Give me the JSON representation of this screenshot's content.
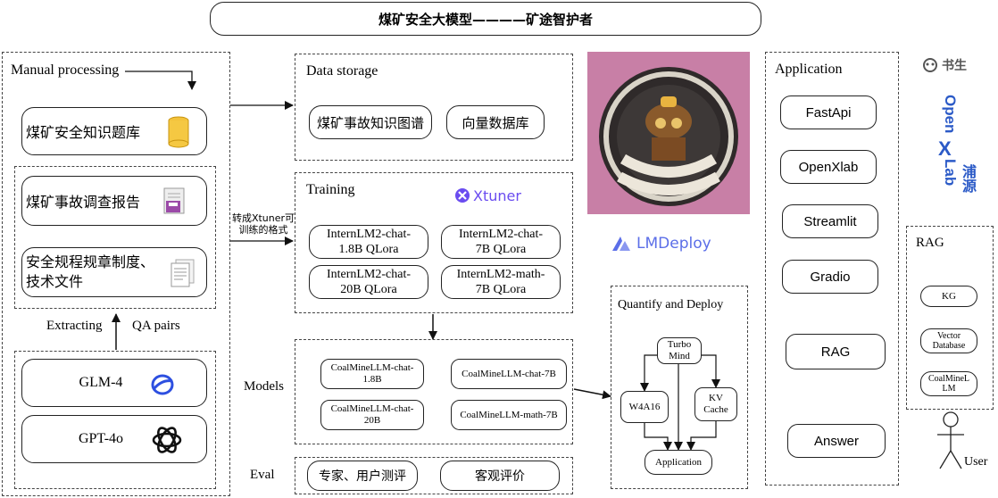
{
  "title": "煤矿安全大模型————矿途智护者",
  "manual": {
    "title": "Manual processing",
    "item1": "煤矿安全知识题库",
    "item2": "煤矿事故调查报告",
    "item3_line1": "安全规程规章制度、",
    "item3_line2": "技术文件",
    "extracting": "Extracting",
    "qa_pairs": "QA pairs",
    "glm": "GLM-4",
    "gpt": "GPT-4o"
  },
  "convert_label_line1": "转成Xtuner可",
  "convert_label_line2": "训练的格式",
  "data_storage": {
    "title": "Data storage",
    "items": [
      "煤矿事故知识图谱",
      "向量数据库"
    ]
  },
  "training": {
    "title": "Training",
    "xtuner_logo": "Xtuner",
    "items": [
      {
        "line1": "InternLM2-chat-",
        "line2": "1.8B QLora"
      },
      {
        "line1": "InternLM2-chat-",
        "line2": "7B QLora"
      },
      {
        "line1": "InternLM2-chat-",
        "line2": "20B QLora"
      },
      {
        "line1": "InternLM2-math-",
        "line2": "7B QLora"
      }
    ]
  },
  "models": {
    "title": "Models",
    "items": [
      {
        "line1": "CoalMineLLM-chat-",
        "line2": "1.8B"
      },
      {
        "line1": "CoalMineLLM-chat-7B",
        "line2": ""
      },
      {
        "line1": "CoalMineLLM-chat-",
        "line2": "20B"
      },
      {
        "line1": "CoalMineLLM-math-7B",
        "line2": ""
      }
    ]
  },
  "eval": {
    "title": "Eval",
    "items": [
      "专家、用户测评",
      "客观评价"
    ]
  },
  "lmdeploy_logo": "LMDeploy",
  "quantify": {
    "title": "Quantify and Deploy",
    "turbomind_line1": "Turbo",
    "turbomind_line2": "Mind",
    "w4a16": "W4A16",
    "kv_line1": "KV",
    "kv_line2": "Cache",
    "application": "Application"
  },
  "application": {
    "title": "Application",
    "items": [
      "FastApi",
      "OpenXlab",
      "Streamlit",
      "Gradio",
      "RAG",
      "Answer"
    ]
  },
  "rag": {
    "title": "RAG",
    "kg": "KG",
    "vector_line1": "Vector",
    "vector_line2": "Database",
    "coal_line1": "CoalMineL",
    "coal_line2": "LM"
  },
  "user_label": "User",
  "shusheng_logo": "书生",
  "openxlab_logo_line1": "Open",
  "openxlab_logo_line2": "Lab",
  "openxlab_logo_cn": "浦源",
  "colors": {
    "border": "#222222",
    "dash": "#444444",
    "xtuner": "#6a4cf0",
    "lmdeploy": "#5b6ee8",
    "openxlab": "#2b5ac7",
    "glm": "#2d4fe0",
    "poster_bg": "#c87fa6"
  }
}
